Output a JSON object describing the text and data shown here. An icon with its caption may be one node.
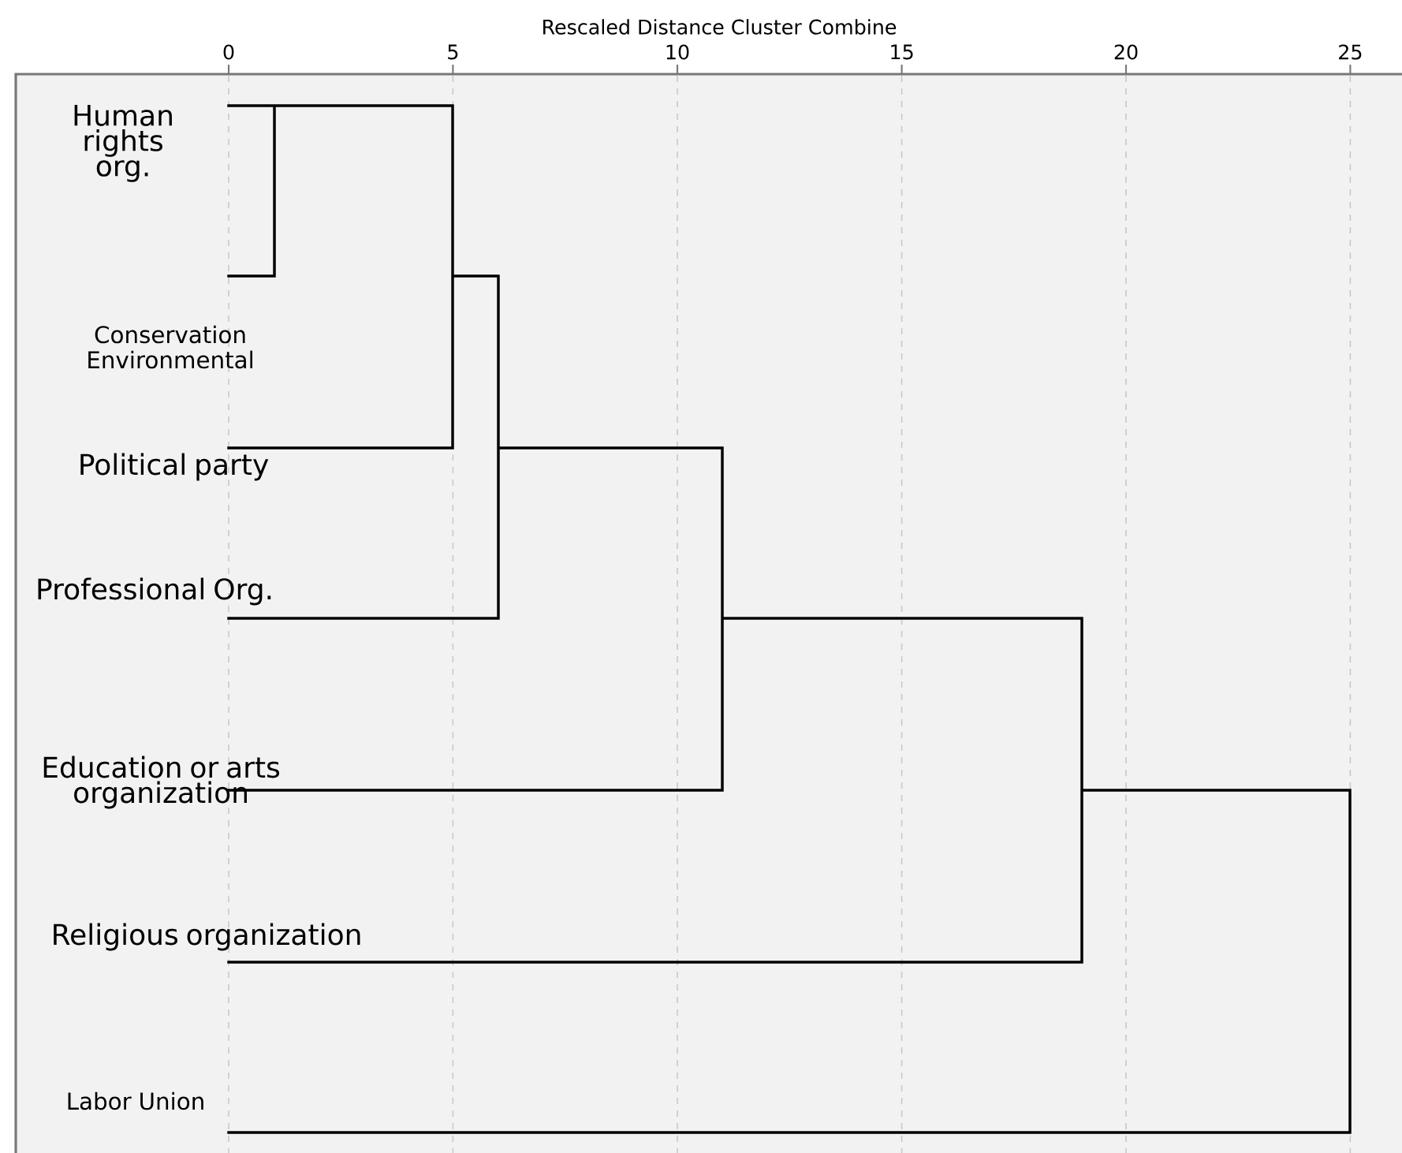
{
  "diagram": {
    "labels": [
      "Rescaled Distance Cluster Combine",
      "0",
      "5",
      "10",
      "15",
      "20",
      "25",
      "Human rights org.",
      "Conservation Environmental",
      "Political party",
      "Professional Org.",
      "Education or arts organization",
      "Religious organization",
      "Labor Union"
    ]
  }
}
